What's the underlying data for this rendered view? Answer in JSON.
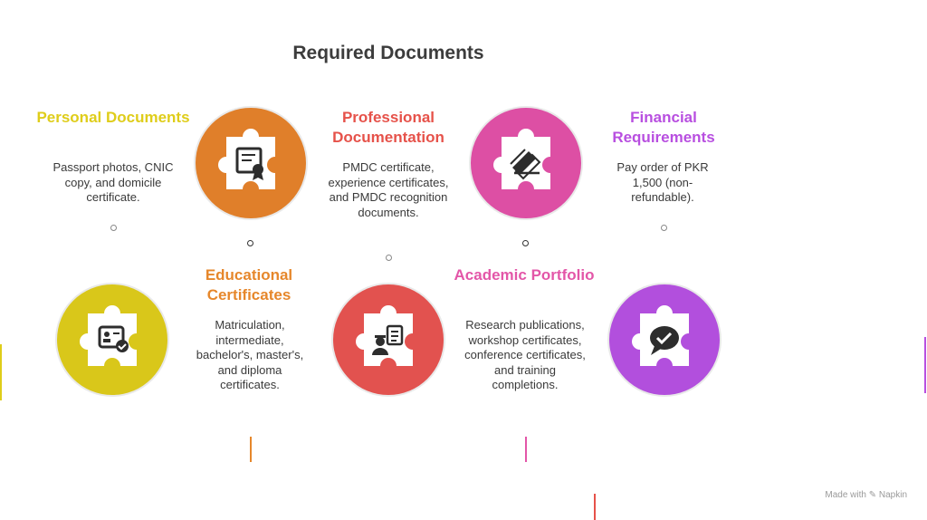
{
  "title": "Required Documents",
  "colors": {
    "orange": "#e07f2a",
    "yellow": "#d9c71a",
    "red": "#e2524f",
    "pink": "#dd4fa4",
    "purple": "#b24fdd",
    "heading_yellow": "#dfcd1a",
    "heading_orange": "#e6872b",
    "heading_red": "#e6524a",
    "heading_pink": "#e356a8",
    "heading_purple": "#b84fe0"
  },
  "items": [
    {
      "heading": "Personal Documents",
      "desc": "Passport photos, CNIC copy, and domicile certificate.",
      "icon": "id-card-check-icon"
    },
    {
      "heading": "Educational Certificates",
      "desc": "Matriculation, intermediate, bachelor's, master's, and diploma certificates.",
      "icon": "certificate-icon"
    },
    {
      "heading": "Professional Documentation",
      "desc": "PMDC certificate, experience certificates, and PMDC recognition documents.",
      "icon": "doctor-clipboard-icon"
    },
    {
      "heading": "Academic Portfolio",
      "desc": "Research publications, workshop certificates, conference certificates, and training completions.",
      "icon": "stacked-papers-icon"
    },
    {
      "heading": "Financial Requirements",
      "desc": "Pay order of PKR 1,500 (non-refundable).",
      "icon": "chat-check-icon"
    }
  ],
  "footer": "Made with ✎ Napkin"
}
